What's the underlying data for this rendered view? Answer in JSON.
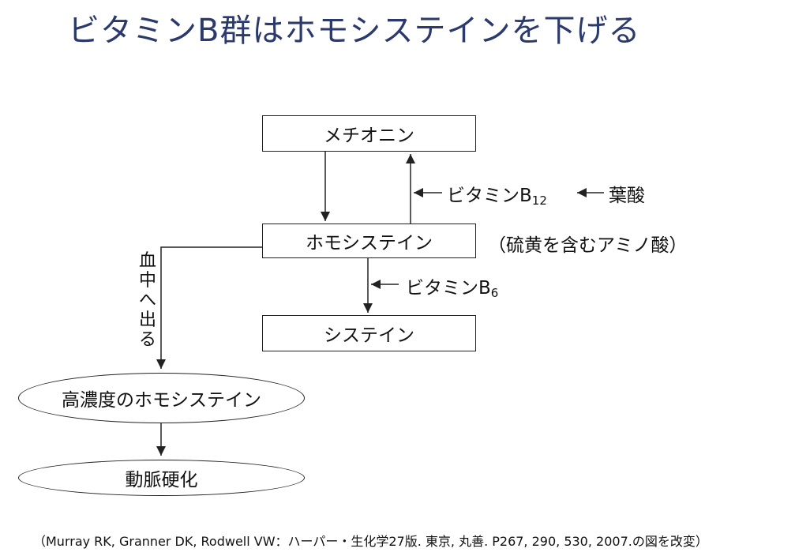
{
  "title": "ビタミンB群はホモシステインを下げる",
  "nodes": {
    "methionine": "メチオニン",
    "homocysteine": "ホモシステイン",
    "cysteine": "システイン",
    "high_homocysteine": "高濃度のホモシステイン",
    "atherosclerosis": "動脈硬化"
  },
  "labels": {
    "b12_prefix": "ビタミンB",
    "b12_sub": "12",
    "folate": "葉酸",
    "b6_prefix": "ビタミンB",
    "b6_sub": "6",
    "homocysteine_note": "（硫黄を含むアミノ酸）",
    "to_blood": [
      "血",
      "中",
      "へ",
      "出",
      "る"
    ]
  },
  "citation": "（Murray RK, Granner DK, Rodwell VW：ハーパー・生化学27版. 東京, 丸善. P267, 290, 530, 2007.の図を改変）"
}
